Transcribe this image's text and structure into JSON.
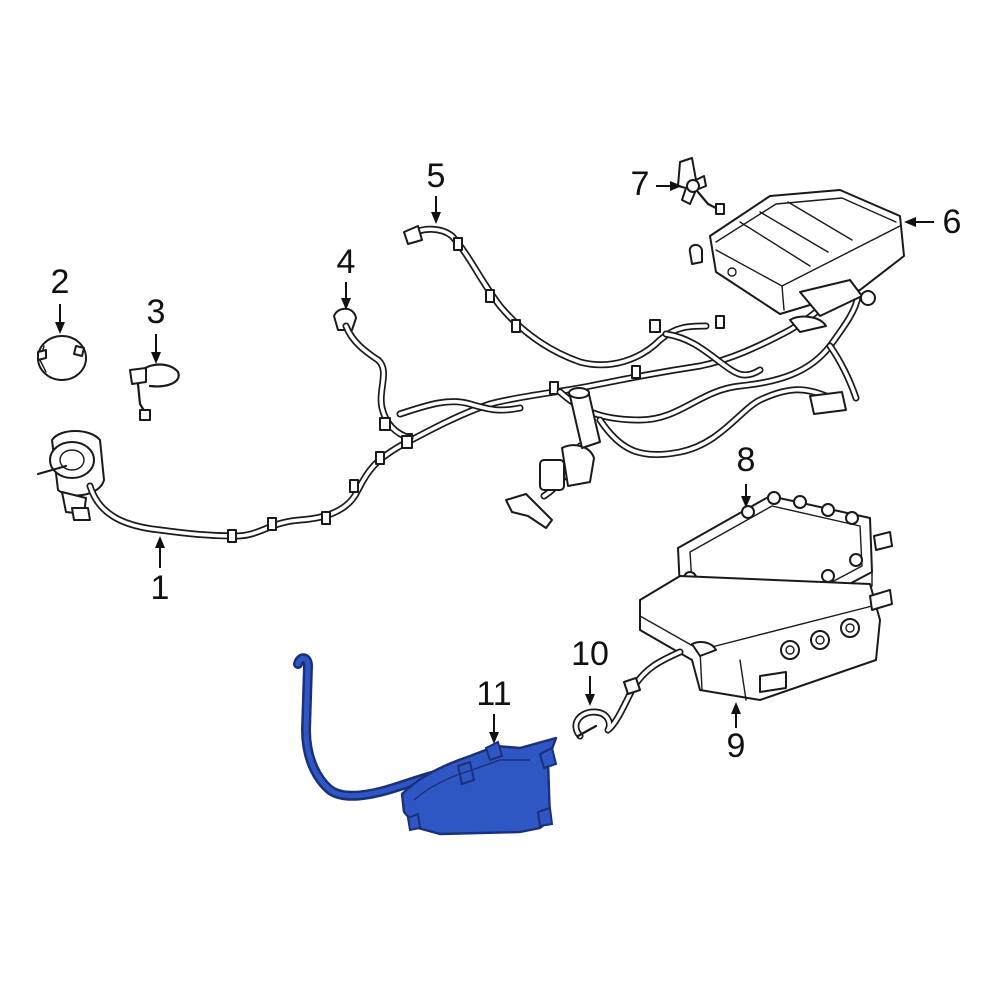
{
  "callouts": [
    {
      "id": "1",
      "label": "1"
    },
    {
      "id": "2",
      "label": "2"
    },
    {
      "id": "3",
      "label": "3"
    },
    {
      "id": "4",
      "label": "4"
    },
    {
      "id": "5",
      "label": "5"
    },
    {
      "id": "6",
      "label": "6"
    },
    {
      "id": "7",
      "label": "7"
    },
    {
      "id": "8",
      "label": "8"
    },
    {
      "id": "9",
      "label": "9"
    },
    {
      "id": "10",
      "label": "10"
    },
    {
      "id": "11",
      "label": "11"
    }
  ],
  "highlight": {
    "part": "11",
    "color": "#2f57c4",
    "outline": "#1b2f7a"
  },
  "colors": {
    "line": "#1a1a1a",
    "background": "#ffffff"
  }
}
